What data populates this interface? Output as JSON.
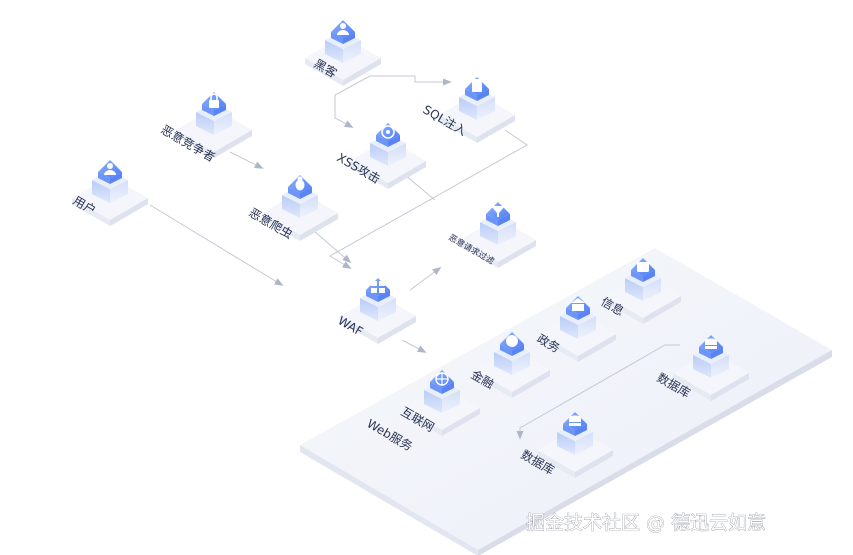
{
  "nodes": {
    "hacker": {
      "label": "黑客",
      "icon": "hacker-icon"
    },
    "sql_injection": {
      "label": "SQL注入",
      "icon": "document-icon"
    },
    "malicious_competitor": {
      "label": "恶意竞争者",
      "icon": "lock-icon"
    },
    "xss_attack": {
      "label": "XSS攻击",
      "icon": "target-icon"
    },
    "user": {
      "label": "用户",
      "icon": "user-icon"
    },
    "malicious_crawler": {
      "label": "恶意爬虫",
      "icon": "bug-icon"
    },
    "malicious_request_filter": {
      "label": "恶意请求过滤",
      "icon": "filter-icon"
    },
    "waf": {
      "label": "WAF",
      "icon": "firewall-icon"
    },
    "info": {
      "label": "信息",
      "icon": "info-icon"
    },
    "government": {
      "label": "政务",
      "icon": "building-icon"
    },
    "finance": {
      "label": "金融",
      "icon": "coin-icon"
    },
    "internet": {
      "label": "互联网",
      "icon": "globe-icon"
    },
    "database_right": {
      "label": "数据库",
      "icon": "database-icon"
    },
    "database_bottom": {
      "label": "数据库",
      "icon": "database-icon"
    }
  },
  "platform": {
    "label": "Web服务"
  },
  "watermark": {
    "text": "掘金技术社区 @ 德迅云如意"
  },
  "colors": {
    "accent": "#3d6cf2",
    "line": "#c4c9d4",
    "tile_top": "#f3f5fa",
    "platform": "#eef1f8"
  }
}
